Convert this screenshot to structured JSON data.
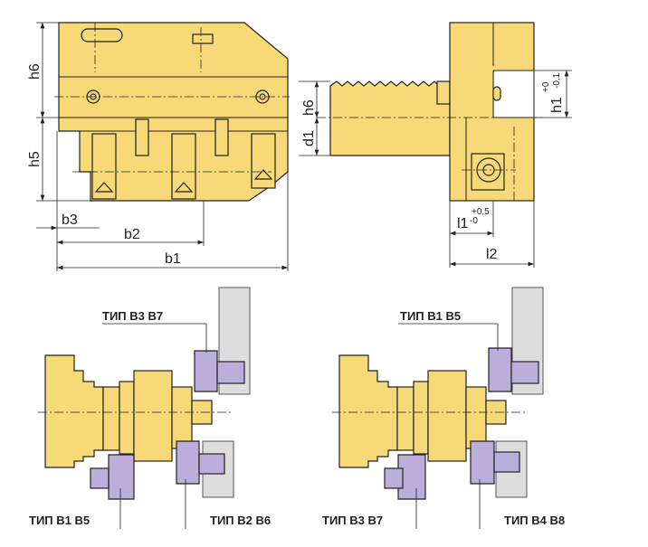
{
  "front_view": {
    "h6": "h6",
    "h5": "h5",
    "b3": "b3",
    "b2": "b2",
    "b1": "b1"
  },
  "side_view": {
    "h6": "h6",
    "d1": "d1",
    "h1": "h1",
    "h1_tol_upper": "+0",
    "h1_tol_lower": "-0,1",
    "l1": "l1",
    "l1_tol_upper": "+0,5",
    "l1_tol_lower": "-0",
    "l2": "l2"
  },
  "setup_left": {
    "top_label": "ТИП B3 B7",
    "bottom_left_label": "ТИП B1 B5",
    "bottom_right_label": "ТИП B2 B6"
  },
  "setup_right": {
    "top_label": "ТИП B1 B5",
    "bottom_left_label": "ТИП B3 B7",
    "bottom_right_label": "ТИП B4 B8"
  },
  "colors": {
    "body": "#F8D977",
    "tool": "#BBAEDB",
    "workpiece": "#DDDDDD"
  }
}
